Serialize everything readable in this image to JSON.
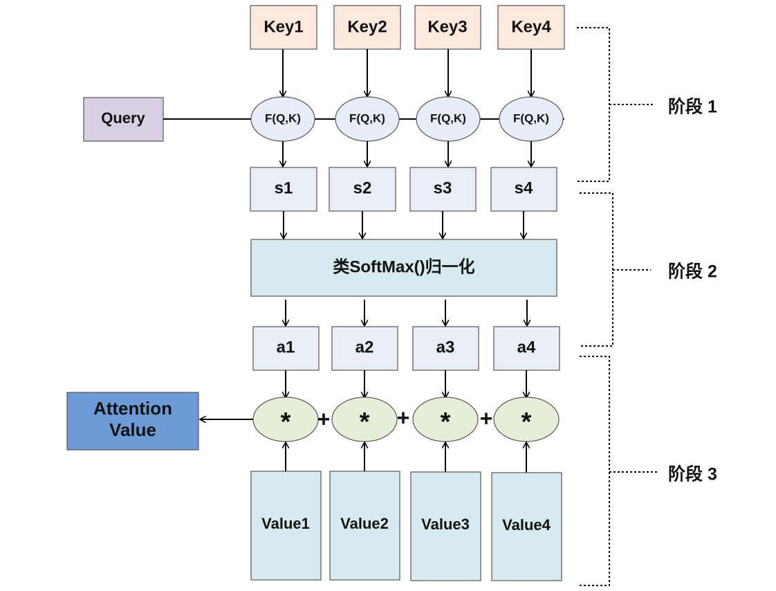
{
  "keys": [
    "Key1",
    "Key2",
    "Key3",
    "Key4"
  ],
  "query": "Query",
  "score_function": "F(Q,K)",
  "scores": [
    "s1",
    "s2",
    "s3",
    "s4"
  ],
  "normalization": "类SoftMax()归一化",
  "weights": [
    "a1",
    "a2",
    "a3",
    "a4"
  ],
  "multiply_symbol": "*",
  "plus_symbol": "+",
  "values": [
    "Value1",
    "Value2",
    "Value3",
    "Value4"
  ],
  "output": {
    "line1": "Attention",
    "line2": "Value"
  },
  "stages": [
    "阶段 1",
    "阶段 2",
    "阶段 3"
  ],
  "colors": {
    "key_fill": "#fce9de",
    "query_fill": "#d9cfe3",
    "score_fill": "#e8edf6",
    "softmax_fill": "#d6eaef",
    "func_fill": "#e7edf7",
    "mult_fill": "#e6eed8",
    "value_fill": "#d6eaef",
    "output_fill": "#6d9bd8",
    "stroke": "#555555"
  }
}
